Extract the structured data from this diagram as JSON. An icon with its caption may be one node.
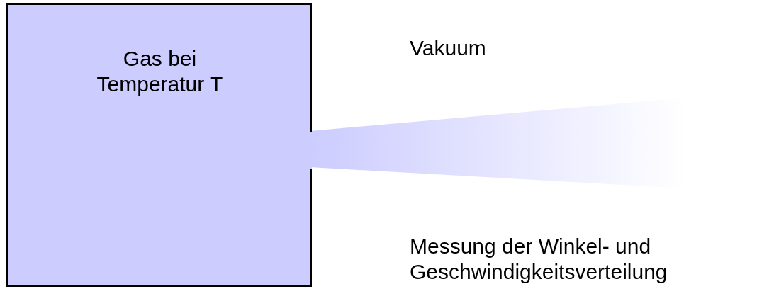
{
  "diagram": {
    "nodes": [
      {
        "text": [
          "Gas bei Temperatur T"
        ]
      }
    ],
    "labels": [
      "Vakuum",
      "Messung der Winkel- und Geschwindigkeitsverteilung"
    ]
  }
}
